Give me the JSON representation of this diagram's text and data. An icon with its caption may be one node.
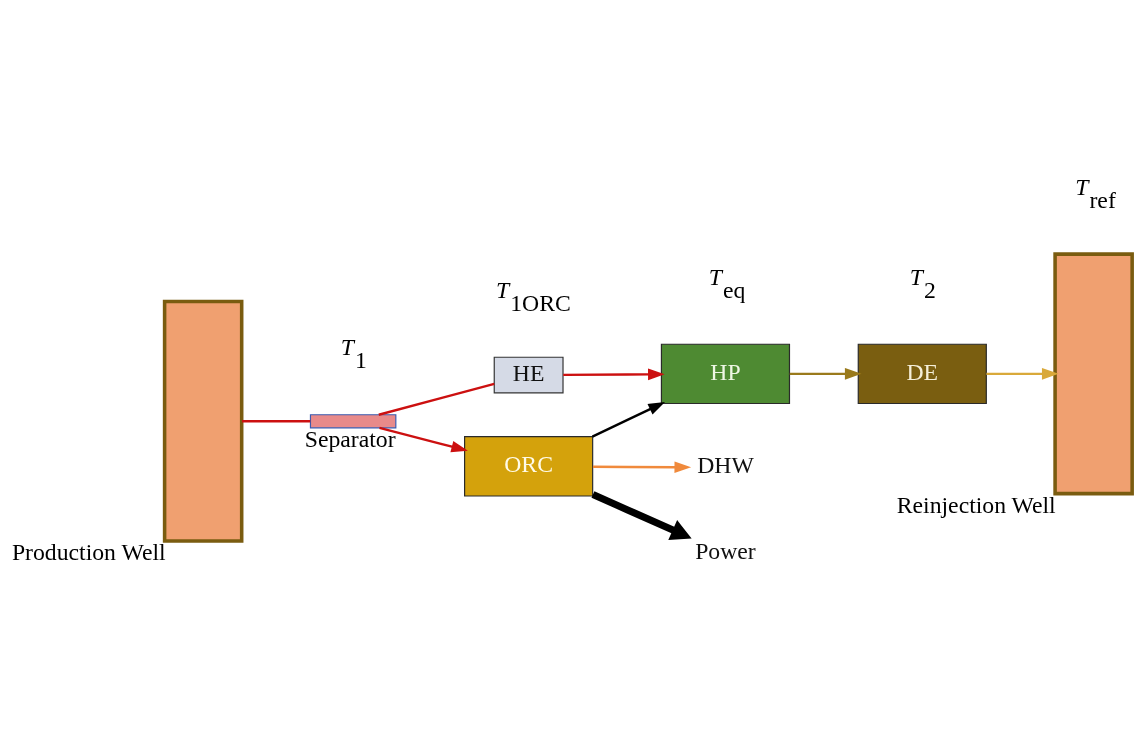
{
  "diagram": {
    "nodes": [
      {
        "text": [
          "HE"
        ]
      },
      {
        "text": [
          "HP"
        ]
      },
      {
        "text": [
          "ORC"
        ]
      },
      {
        "text": [
          "DE"
        ]
      },
      {
        "text": [],
        "shape": "box",
        "beside": [
          "Separator"
        ]
      },
      {
        "text": [],
        "shape": "bar",
        "beside": [
          "Production Well"
        ]
      },
      {
        "text": [],
        "shape": "bar",
        "beside": [
          "Reinjection Well"
        ]
      },
      {
        "text": [
          "DHW"
        ]
      },
      {
        "text": [
          "Power"
        ]
      }
    ],
    "edges": [
      {
        "from": 5,
        "to": 4,
        "arrow": "none"
      },
      {
        "from": 4,
        "to": 0,
        "arrow": "none"
      },
      {
        "from": 0,
        "to": 1,
        "arrow": "to"
      },
      {
        "from": 4,
        "to": 2,
        "arrow": "to"
      },
      {
        "from": 2,
        "to": 1,
        "arrow": "to",
        "color": "#000000"
      },
      {
        "from": 1,
        "to": 3,
        "arrow": "to",
        "color": "#9a7a1c"
      },
      {
        "from": 3,
        "to": 6,
        "arrow": "to",
        "color": "#d9a93a"
      },
      {
        "from": 2,
        "to": 7,
        "arrow": "to",
        "color": "#f08a3c"
      },
      {
        "from": 2,
        "to": 8,
        "arrow": "to",
        "style": "thick",
        "color": "#000000"
      }
    ],
    "labels": [
      "T$_{1ORC}$",
      "T$_{eq}$",
      "T$_{1}$",
      "T$_{2}$",
      "T$_{ref}$"
    ]
  }
}
